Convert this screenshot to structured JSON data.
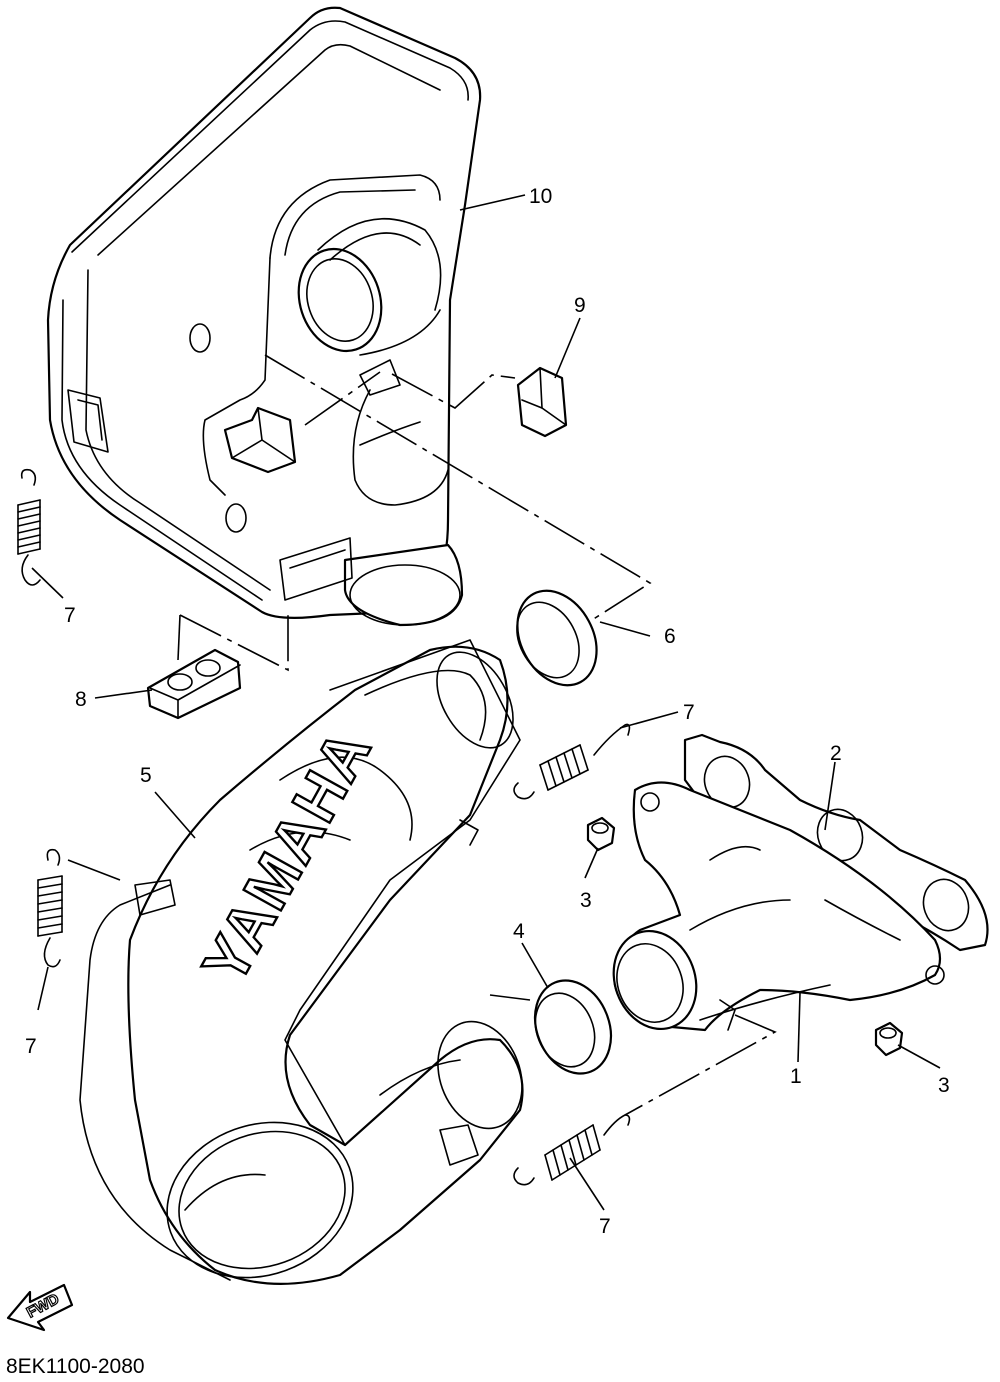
{
  "diagram": {
    "part_code": "8EK1100-2080",
    "brand_text": "YAMAHA",
    "fwd_label": "FWD",
    "callouts": [
      {
        "id": "10",
        "label": "10"
      },
      {
        "id": "9",
        "label": "9"
      },
      {
        "id": "7a",
        "label": "7"
      },
      {
        "id": "6",
        "label": "6"
      },
      {
        "id": "8",
        "label": "8"
      },
      {
        "id": "7b",
        "label": "7"
      },
      {
        "id": "5",
        "label": "5"
      },
      {
        "id": "2",
        "label": "2"
      },
      {
        "id": "3a",
        "label": "3"
      },
      {
        "id": "7c",
        "label": "7"
      },
      {
        "id": "4",
        "label": "4"
      },
      {
        "id": "1",
        "label": "1"
      },
      {
        "id": "3b",
        "label": "3"
      },
      {
        "id": "7d",
        "label": "7"
      }
    ]
  }
}
